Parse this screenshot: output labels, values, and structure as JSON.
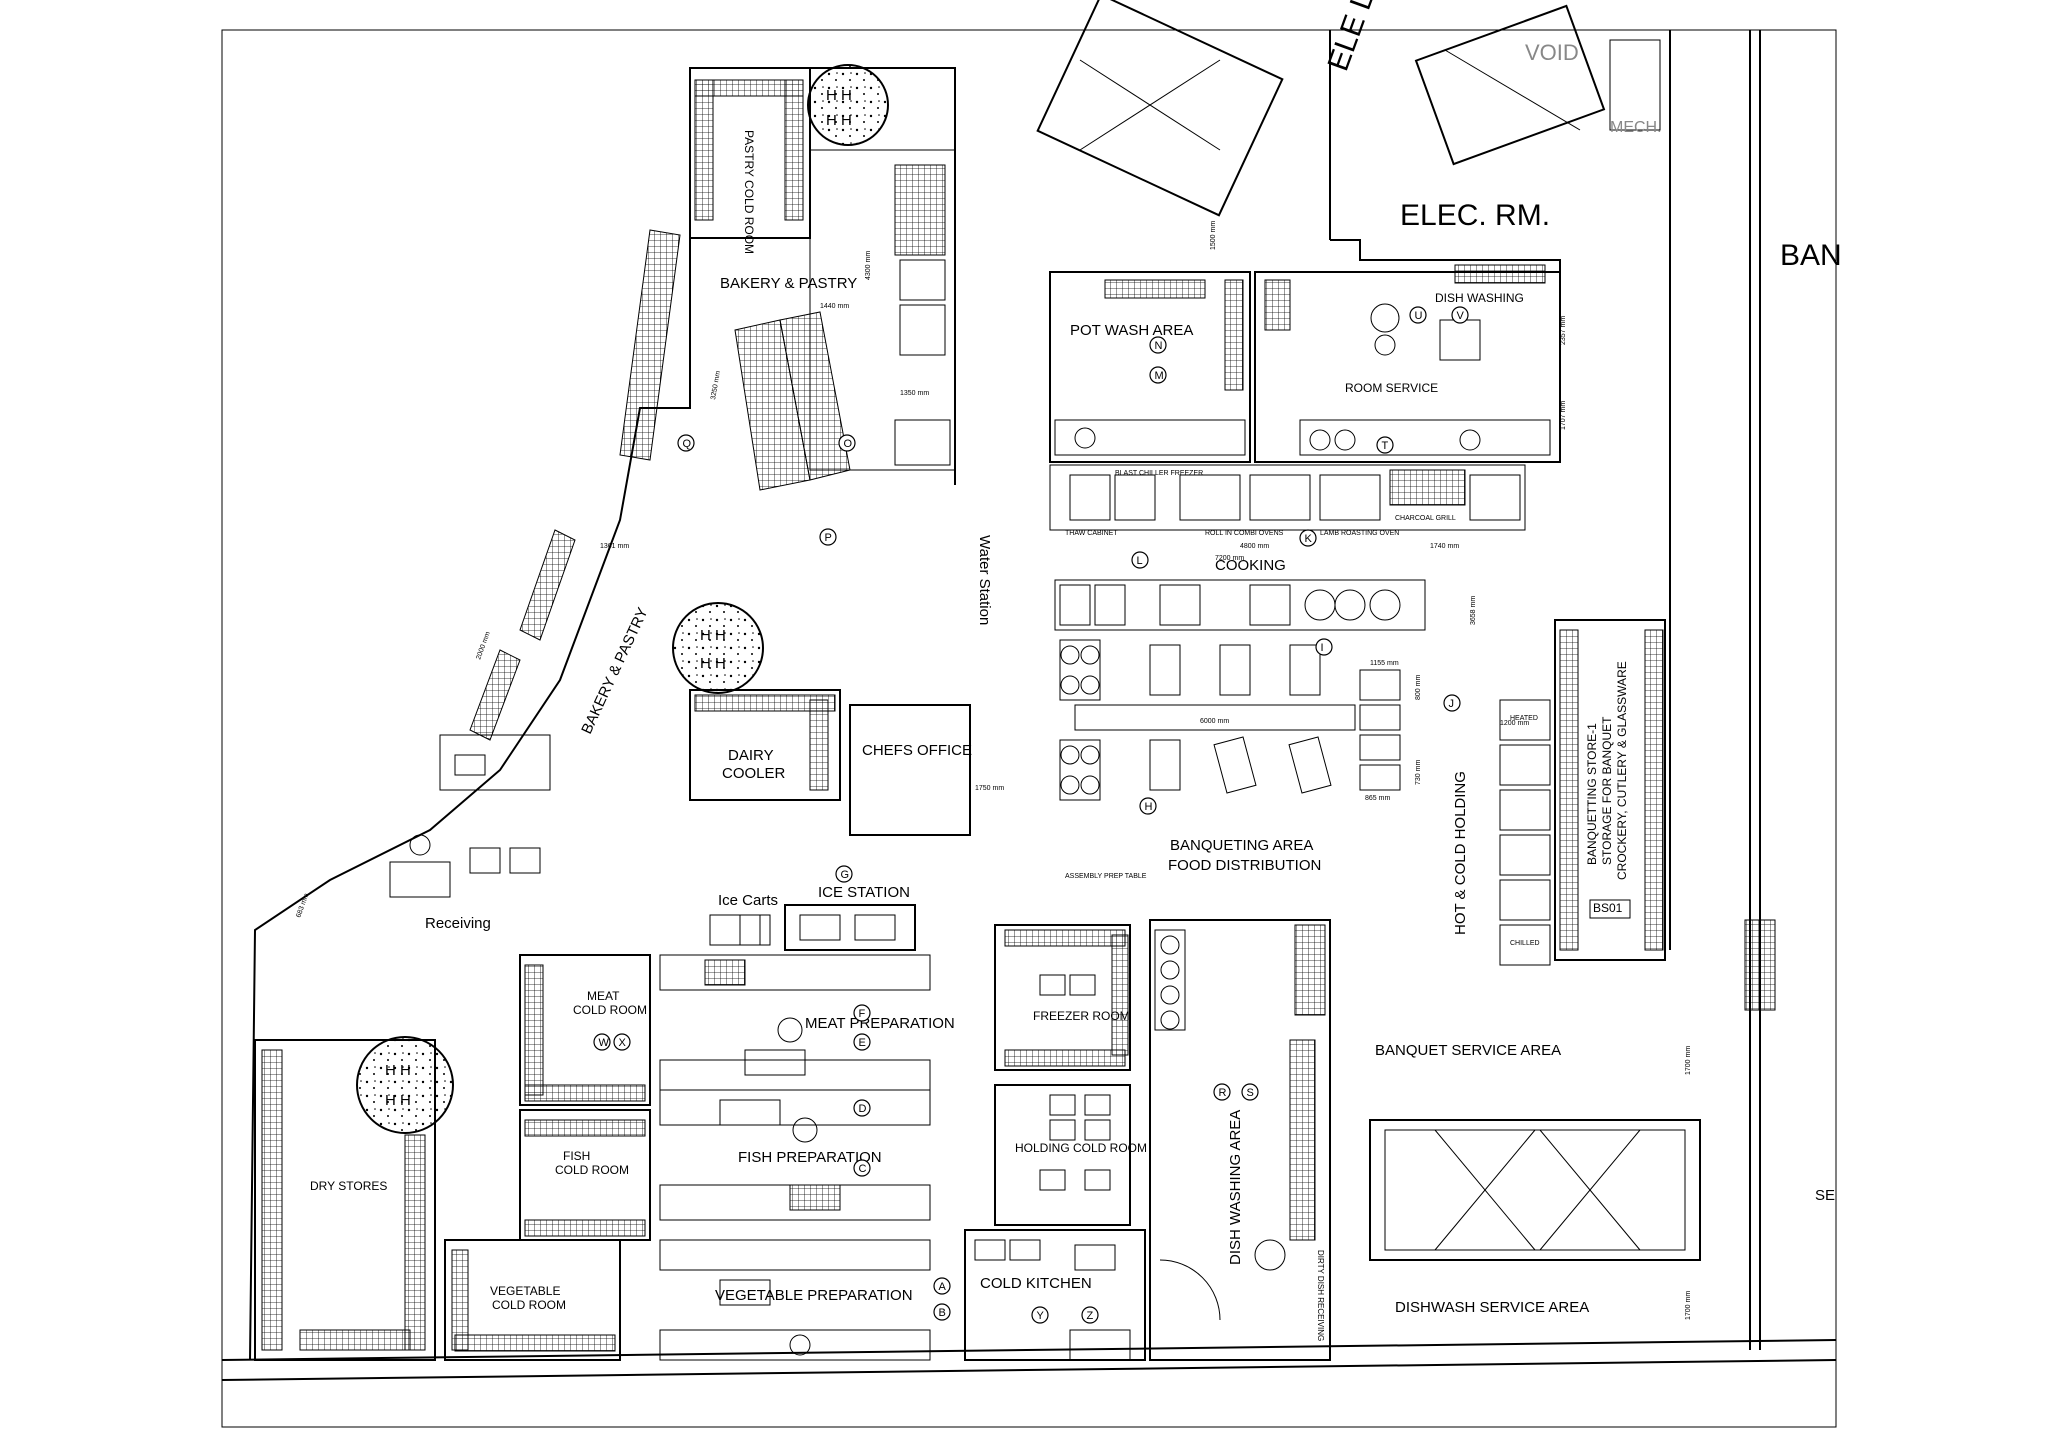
{
  "rooms": {
    "pastry_cold_room": "PASTRY COLD ROOM",
    "bakery_pastry_top": "BAKERY & PASTRY",
    "bakery_pastry_side": "BAKERY & PASTRY",
    "pot_wash_area": "POT WASH AREA",
    "dish_washing_top": "DISH WASHING",
    "room_service": "ROOM SERVICE",
    "elec_rm": "ELEC. RM.",
    "void": "VOID",
    "mech": "MECH.",
    "water_station": "Water Station",
    "cooking": "COOKING",
    "dairy_cooler": "DAIRY\nCOOLER",
    "chefs_office": "CHEFS OFFICE",
    "banqueting_area": "BANQUETING AREA",
    "food_distribution": "FOOD DISTRIBUTION",
    "hot_cold_holding": "HOT & COLD HOLDING",
    "banqueting_store": "BANQUETTING STORE-1",
    "banqueting_store_sub": "STORAGE FOR BANQUET",
    "banqueting_store_sub2": "CROCKERY, CUTLERY & GLASSWARE",
    "bs01": "BS01",
    "ice_carts": "Ice Carts",
    "ice_station": "ICE STATION",
    "receiving": "Receiving",
    "meat_cold_room": "MEAT\nCOLD ROOM",
    "meat_preparation": "MEAT PREPARATION",
    "freezer_room": "FREEZER ROOM",
    "banquet_service_area": "BANQUET SERVICE AREA",
    "dry_stores": "DRY STORES",
    "fish_cold_room": "FISH\nCOLD ROOM",
    "fish_preparation": "FISH PREPARATION",
    "holding_cold_room": "HOLDING COLD ROOM",
    "dish_washing_area": "DISH WASHING AREA",
    "vegetable_cold_room": "VEGETABLE\nCOLD ROOM",
    "vegetable_preparation": "VEGETABLE PREPARATION",
    "cold_kitchen": "COLD KITCHEN",
    "dishwash_service_area": "DISHWASH SERVICE AREA",
    "dirty_dish_receiving": "DIRTY DISH RECEIVING",
    "assembly_prep_table": "ASSEMBLY PREP TABLE",
    "ban_cut": "BAN",
    "se_cut": "SE",
    "elec_lobby_cut": "ELE LOB"
  },
  "equipment_labels": {
    "thaw_cabinet": "THAW CABINET",
    "blast_chiller": "BLAST CHILLER FREEZER",
    "roll_in_combi": "ROLL IN COMBI OVENS",
    "lamb_roasting": "LAMB ROASTING OVEN",
    "charcoal_grill": "CHARCOAL GRILL",
    "chilled": "CHILLED",
    "heated": "HEATED"
  },
  "dimensions": {
    "d1500": "1500 mm",
    "d1440": "1440 mm",
    "d1350": "1350 mm",
    "d4300": "4300 mm",
    "d3250": "3250 mm",
    "d2357": "2357 mm",
    "d1707": "1707 mm",
    "d4800": "4800 mm",
    "d1740": "1740 mm",
    "d7200": "7200 mm",
    "d3658": "3658 mm",
    "d1155": "1155 mm",
    "d800": "800 mm",
    "d6000": "6000 mm",
    "d1200": "1200 mm",
    "d730": "730 mm",
    "d865": "865 mm",
    "d1750": "1750 mm",
    "d1361": "1361 mm",
    "d2000": "2000 mm",
    "d683": "683 mm",
    "d1700a": "1700 mm",
    "d1700b": "1700 mm"
  },
  "markers": [
    "Q",
    "O",
    "P",
    "N",
    "M",
    "L",
    "K",
    "J",
    "I",
    "H",
    "G",
    "F",
    "E",
    "D",
    "C",
    "B",
    "A",
    "R",
    "S",
    "T",
    "U",
    "V",
    "W",
    "X",
    "Y",
    "Z"
  ]
}
